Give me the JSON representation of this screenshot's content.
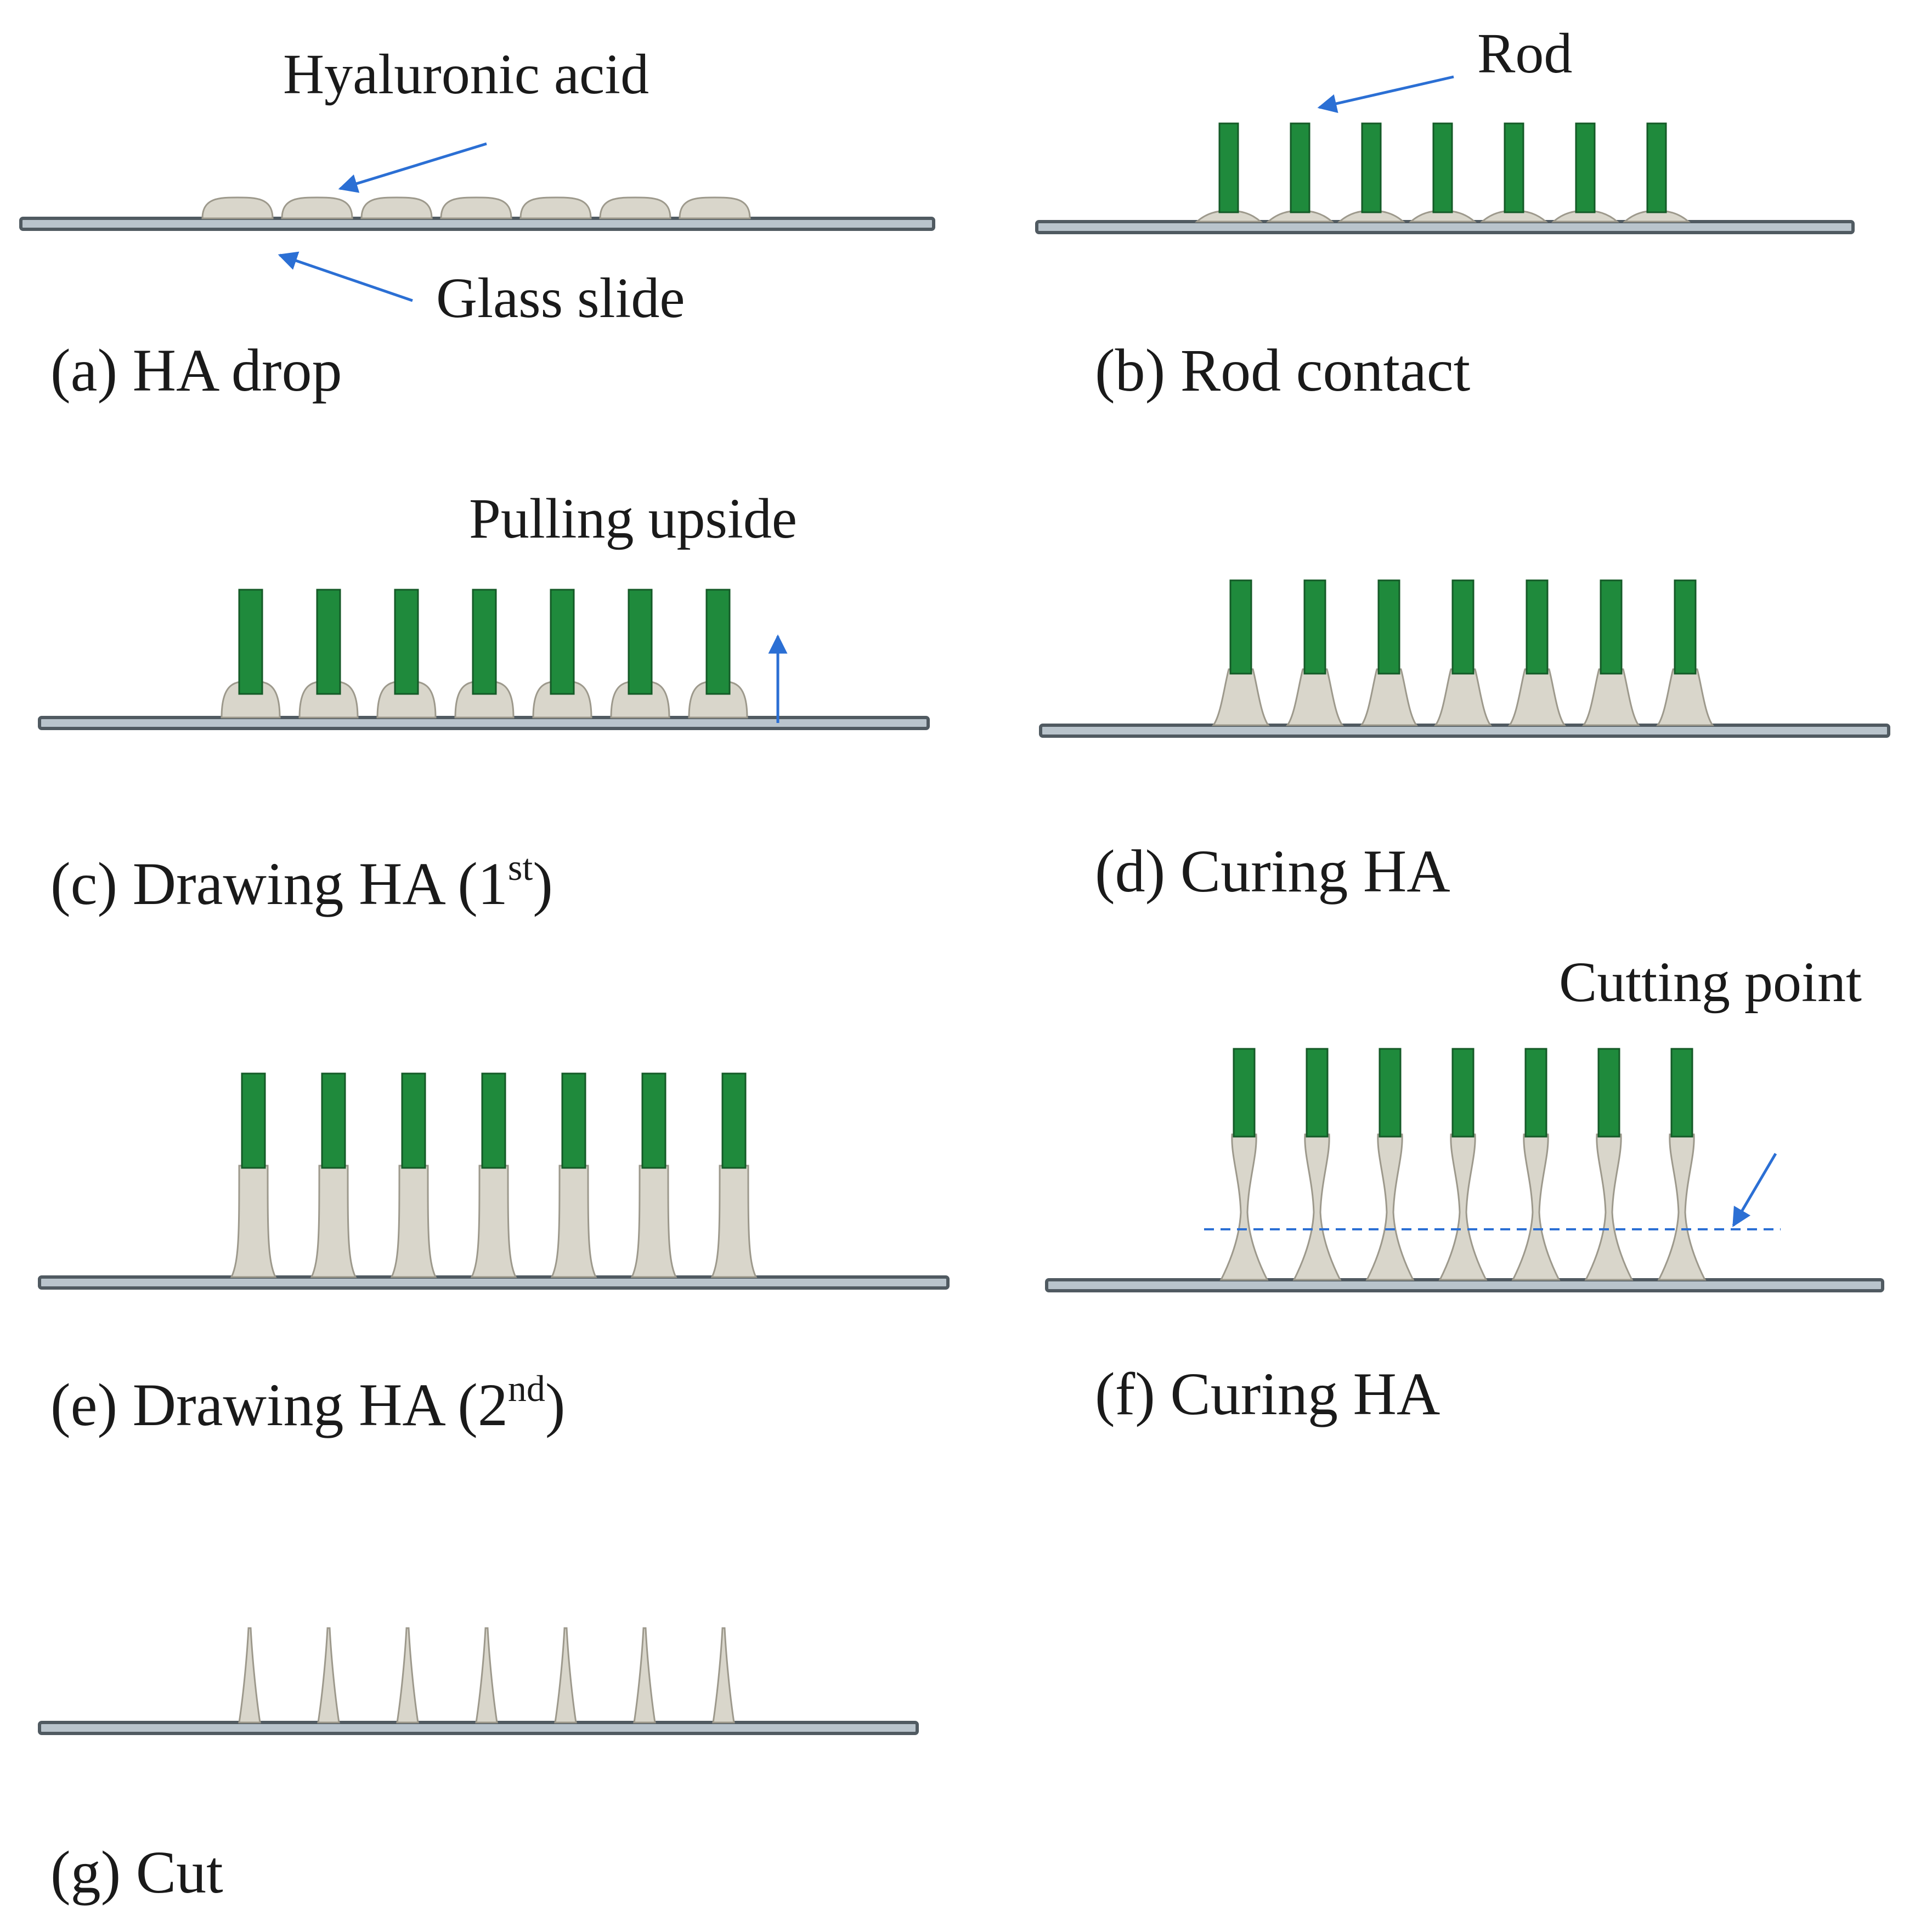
{
  "panels": {
    "a": {
      "caption": "(a) HA drop",
      "callout_ha": "Hyaluronic acid",
      "callout_slide": "Glass slide"
    },
    "b": {
      "caption": "(b) Rod contact",
      "callout_rod": "Rod"
    },
    "c": {
      "caption_main": "(c) Drawing HA (1",
      "caption_sup": "st",
      "caption_end": ")",
      "callout_pull": "Pulling upside"
    },
    "d": {
      "caption": "(d) Curing HA"
    },
    "e": {
      "caption_main": "(e) Drawing HA (2",
      "caption_sup": "nd",
      "caption_end": ")"
    },
    "f": {
      "caption": "(f) Curing HA",
      "callout_cut": "Cutting point"
    },
    "g": {
      "caption": "(g) Cut"
    }
  },
  "colors": {
    "rod": "#1f8a3c",
    "hyaluronic_acid": "#d9d6cb",
    "glass_slide": "#b9c4cc",
    "arrow": "#2b6fd4"
  }
}
